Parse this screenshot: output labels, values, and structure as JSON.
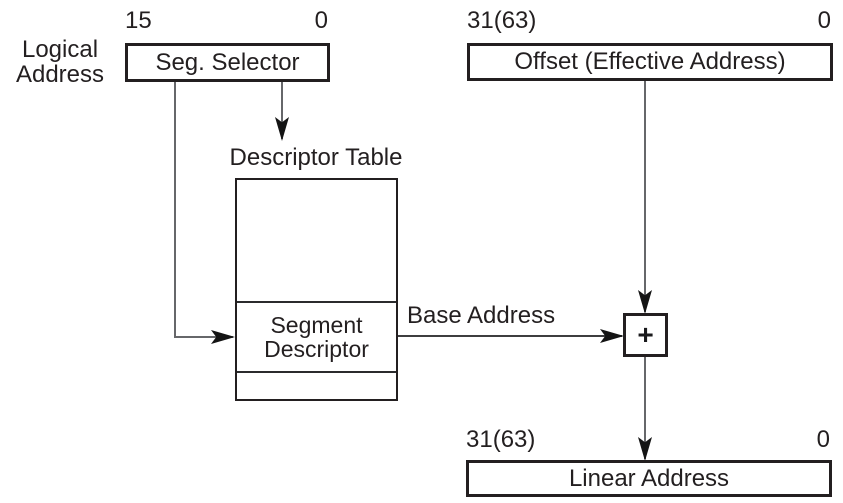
{
  "colors": {
    "background": "#ffffff",
    "box_border": "#231f20",
    "connector_line": "#5f6063",
    "arrowhead": "#141414",
    "text": "#231f20"
  },
  "logical_address": {
    "line1": "Logical",
    "line2": "Address"
  },
  "seg_selector": {
    "bit_high": "15",
    "bit_low": "0",
    "label": "Seg. Selector"
  },
  "offset": {
    "bit_high": "31(63)",
    "bit_low": "0",
    "label": "Offset (Effective Address)"
  },
  "descriptor_table": {
    "title": "Descriptor Table",
    "entry_line1": "Segment",
    "entry_line2": "Descriptor"
  },
  "base_address_label": "Base Address",
  "adder": {
    "symbol": "+"
  },
  "linear_address": {
    "bit_high": "31(63)",
    "bit_low": "0",
    "label": "Linear Address"
  }
}
